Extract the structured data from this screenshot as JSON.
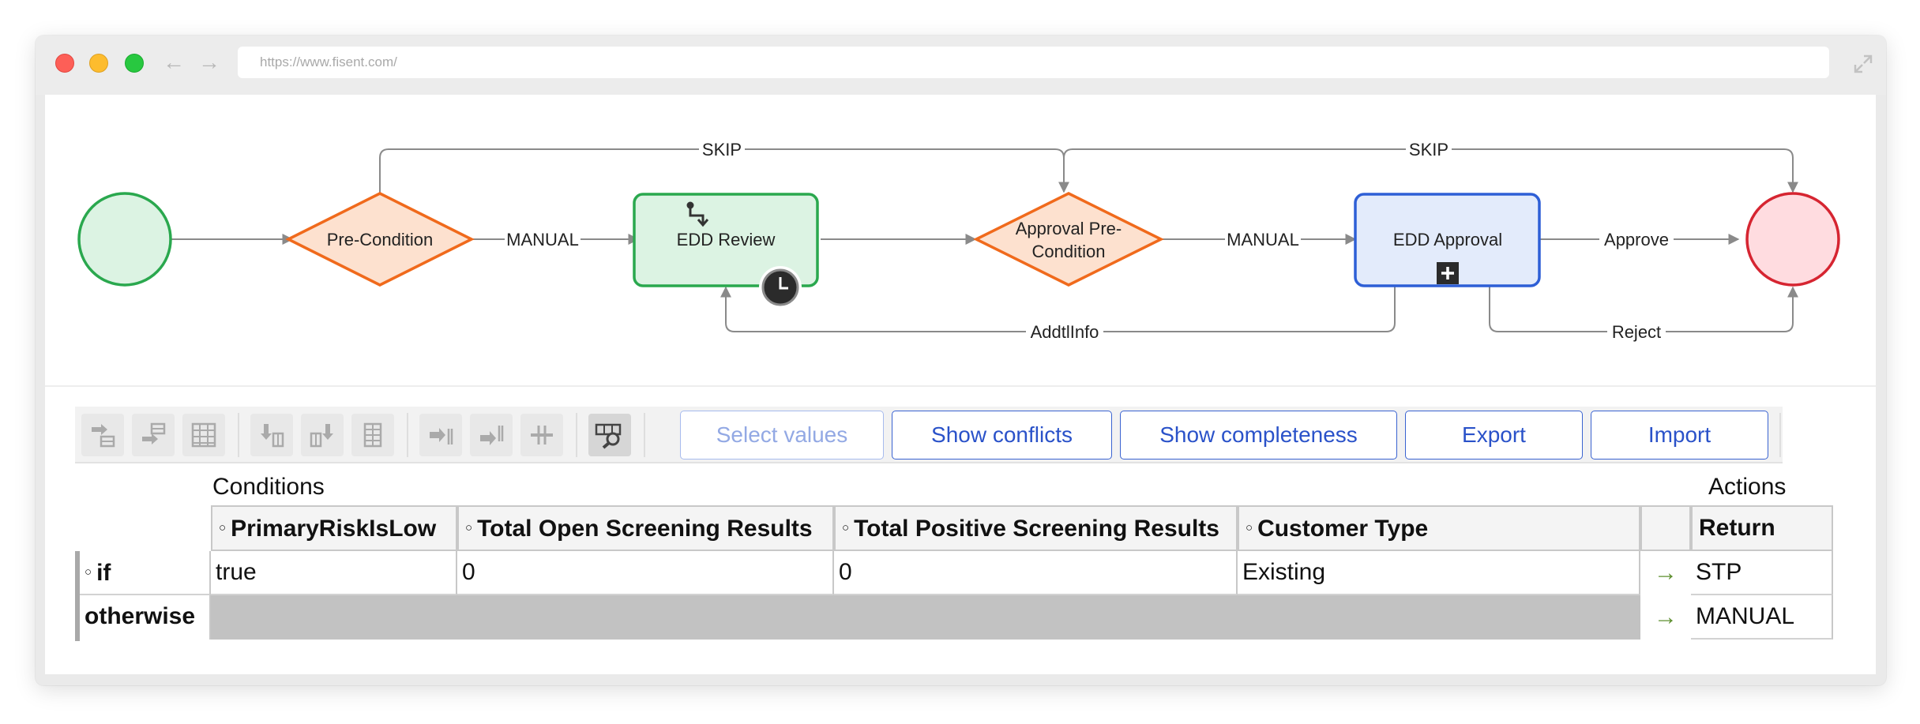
{
  "browser": {
    "url": "https://www.fisent.com/"
  },
  "workflow": {
    "nodes": {
      "pre_condition": "Pre-Condition",
      "edd_review": "EDD Review",
      "approval_pre_condition_line1": "Approval Pre-",
      "approval_pre_condition_line2": "Condition",
      "edd_approval": "EDD Approval"
    },
    "edges": {
      "manual_1": "MANUAL",
      "manual_2": "MANUAL",
      "skip_1": "SKIP",
      "skip_2": "SKIP",
      "approve": "Approve",
      "reject": "Reject",
      "addtl_info": "AddtlInfo"
    },
    "colors": {
      "start_fill": "#dcf3e3",
      "start_stroke": "#2aa84e",
      "end_fill": "#ffdce0",
      "end_stroke": "#d62531",
      "gateway_fill": "#fde1cf",
      "gateway_stroke": "#f06a1c",
      "review_fill": "#dcf3e3",
      "review_stroke": "#2aa84e",
      "approval_fill": "#e3ebfb",
      "approval_stroke": "#2e5fd6",
      "edge": "#8a8a8a"
    }
  },
  "toolbar": {
    "select_values": "Select values",
    "show_conflicts": "Show conflicts",
    "show_completeness": "Show completeness",
    "export": "Export",
    "import": "Import"
  },
  "decision_table": {
    "conditions_label": "Conditions",
    "actions_label": "Actions",
    "columns": [
      "PrimaryRiskIsLow",
      "Total Open Screening Results",
      "Total Positive Screening Results",
      "Customer Type"
    ],
    "action_column": "Return",
    "rows": [
      {
        "label": "if",
        "values": [
          "true",
          "0",
          "0",
          "Existing"
        ],
        "action": "STP"
      },
      {
        "label": "otherwise",
        "values": [],
        "action": "MANUAL"
      }
    ],
    "arrow": "→"
  }
}
